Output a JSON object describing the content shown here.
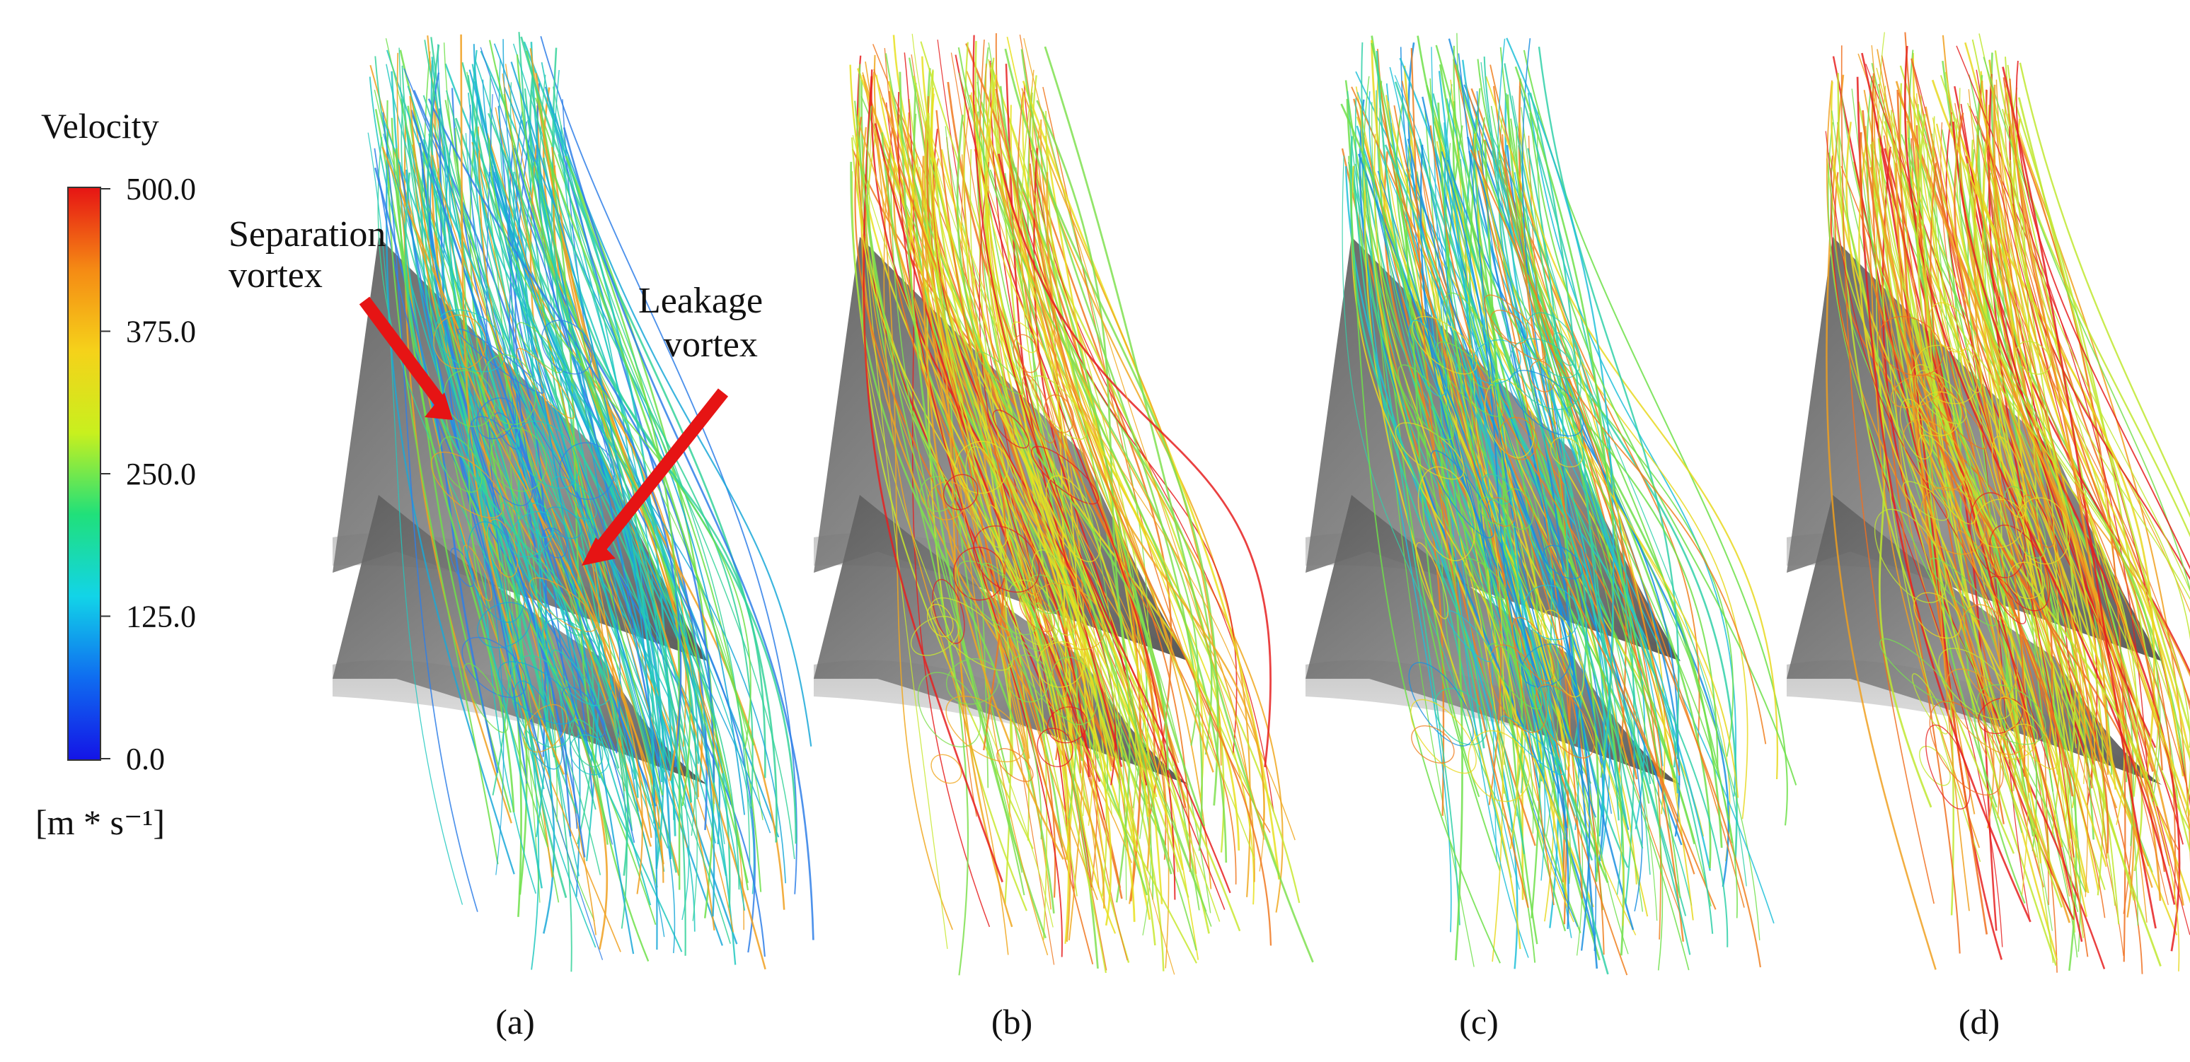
{
  "legend": {
    "title": "Velocity",
    "ticks": [
      "500.0",
      "375.0",
      "250.0",
      "125.0",
      "0.0"
    ],
    "unit": "[m * s⁻¹]",
    "colorscale": [
      "#1414e6",
      "#0f6cf0",
      "#12d4e8",
      "#20e07a",
      "#c8f01e",
      "#f5d21a",
      "#f58a14",
      "#e61414"
    ]
  },
  "annotations": {
    "separation": [
      "Separation",
      "vortex"
    ],
    "leakage": [
      "Leakage",
      "vortex"
    ],
    "arrow_color": "#e61414"
  },
  "panels": [
    {
      "label": "(a)",
      "palette": [
        "#1aa8d8",
        "#21c8c0",
        "#35d29a",
        "#6fe04a",
        "#2f7fe8",
        "#f0a020"
      ]
    },
    {
      "label": "(b)",
      "palette": [
        "#e8e020",
        "#c8e830",
        "#f0a820",
        "#e62020",
        "#7fe050",
        "#f07820"
      ]
    },
    {
      "label": "(c)",
      "palette": [
        "#1a8ee0",
        "#20c0d8",
        "#30d0a8",
        "#6fe04a",
        "#e8d820",
        "#f08020"
      ]
    },
    {
      "label": "(d)",
      "palette": [
        "#e8d820",
        "#c0e830",
        "#f0a020",
        "#e62020",
        "#78e050",
        "#f07020"
      ]
    }
  ]
}
